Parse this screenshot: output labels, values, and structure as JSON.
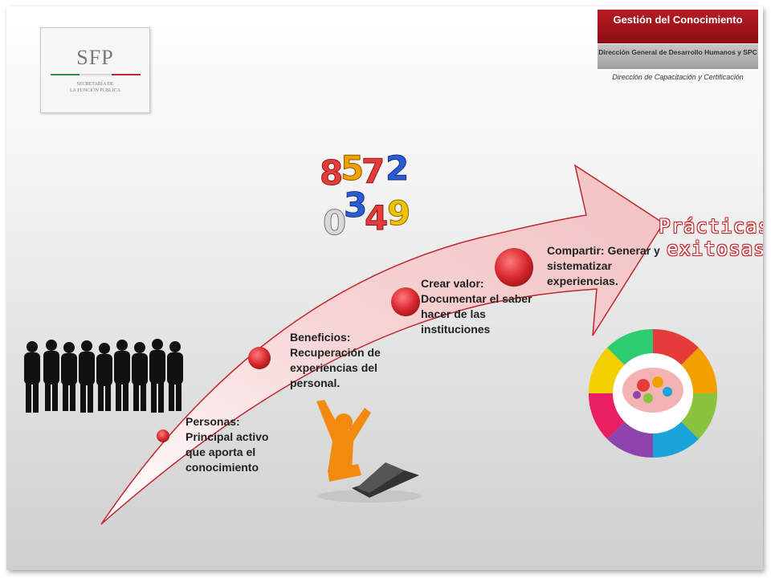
{
  "header": {
    "title": "Gestión del Conocimiento",
    "subtitle": "Dirección General de Desarrollo Humanos y SPC",
    "caption": "Dirección de Capacitación y Certificación"
  },
  "logo": {
    "acronym": "SFP",
    "line1": "SECRETARÍA DE",
    "line2": "LA FUNCIÓN PÚBLICA"
  },
  "steps": [
    {
      "text": "Personas: Principal activo que aporta el conocimiento"
    },
    {
      "text": "Beneficios: Recuperación de experiencias del personal."
    },
    {
      "text": "Crear valor: Documentar el saber hacer de las instituciones"
    },
    {
      "text": "Compartir: Generar y sistematizar experiencias."
    }
  ],
  "goal": {
    "line1": "Prácticas",
    "line2": "exitosas"
  },
  "colors": {
    "header_red": "#a3141b",
    "arrow_fill": "#f2c2c4",
    "arrow_stroke": "#c0272d",
    "dot": "#d92a30"
  },
  "numbers_image": {
    "digits": [
      "8",
      "5",
      "7",
      "2",
      "0",
      "3",
      "4",
      "9"
    ]
  }
}
